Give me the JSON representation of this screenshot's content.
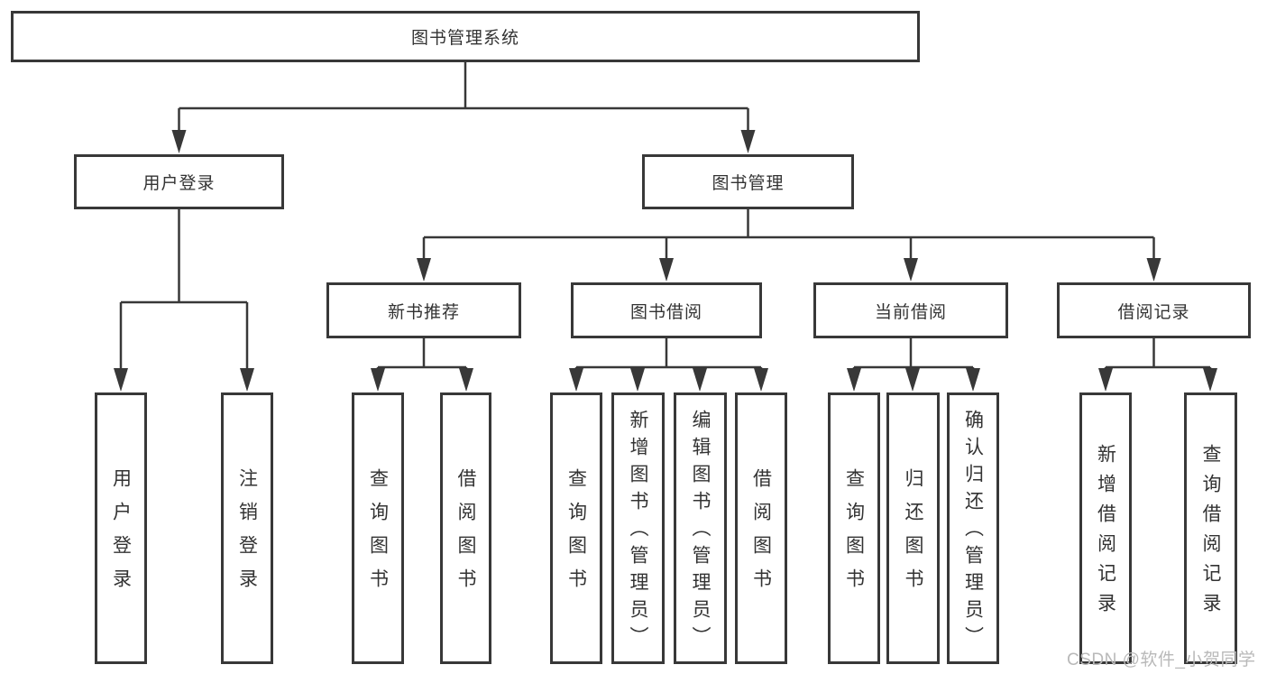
{
  "diagram_title": "图书管理系统",
  "tree": {
    "label": "图书管理系统",
    "children": [
      {
        "label": "用户登录",
        "children": [
          {
            "label": "用户登录"
          },
          {
            "label": "注销登录"
          }
        ]
      },
      {
        "label": "图书管理",
        "children": [
          {
            "label": "新书推荐",
            "children": [
              {
                "label": "查询图书"
              },
              {
                "label": "借阅图书"
              }
            ]
          },
          {
            "label": "图书借阅",
            "children": [
              {
                "label": "查询图书"
              },
              {
                "label": "新增图书（管理员）"
              },
              {
                "label": "编辑图书（管理员）"
              },
              {
                "label": "借阅图书"
              }
            ]
          },
          {
            "label": "当前借阅",
            "children": [
              {
                "label": "查询图书"
              },
              {
                "label": "归还图书"
              },
              {
                "label": "确认归还（管理员）"
              }
            ]
          },
          {
            "label": "借阅记录",
            "children": [
              {
                "label": "新增借阅记录"
              },
              {
                "label": "查询借阅记录"
              }
            ]
          }
        ]
      }
    ]
  },
  "watermark": {
    "text": "CSDN @软件_小贺同学"
  },
  "colors": {
    "line_color": "#383838",
    "text_color": "#333333",
    "watermark_color": "#b9b9b9",
    "background": "#ffffff"
  }
}
